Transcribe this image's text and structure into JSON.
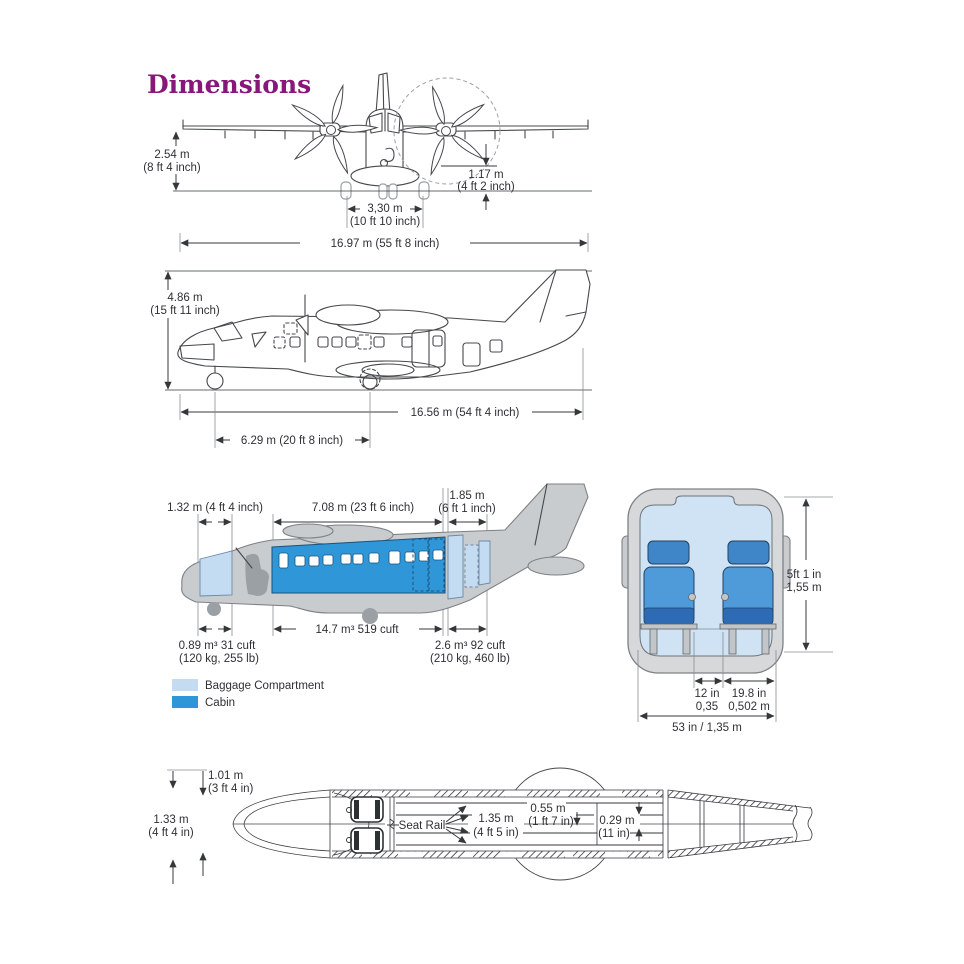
{
  "title": "Dimensions",
  "colors": {
    "accent_purple": "#871779",
    "cabin_blue": "#2f97d7",
    "baggage_blue": "#c4dcf2",
    "fuselage_gray": "#c9ccce",
    "line_dark": "#35383b"
  },
  "front_view": {
    "wing_height_l1": "2.54 m",
    "wing_height_l2": "(8 ft 4 inch)",
    "prop_clearance_l1": "1.17 m",
    "prop_clearance_l2": "(4 ft 2 inch)",
    "wheel_track_l1": "3,30 m",
    "wheel_track_l2": "(10 ft 10 inch)",
    "wingspan": "16.97 m (55 ft 8 inch)"
  },
  "side_view": {
    "height_l1": "4.86 m",
    "height_l2": "(15 ft 11 inch)",
    "length": "16.56 m (54 ft 4 inch)",
    "wheelbase": "6.29 m (20 ft 8 inch)"
  },
  "cutaway_view": {
    "nose_bag_length": "1.32 m (4 ft 4 inch)",
    "cabin_length": "7.08 m (23 ft 6 inch)",
    "aft_bag_length_l1": "1.85 m",
    "aft_bag_length_l2": "(6 ft 1 inch)",
    "nose_bag_volume_l1": "0.89 m³ 31 cuft",
    "nose_bag_volume_l2": "(120 kg, 255 lb)",
    "cabin_volume": "14.7 m³ 519 cuft",
    "aft_bag_volume_l1": "2.6 m³ 92 cuft",
    "aft_bag_volume_l2": "(210 kg, 460 lb)"
  },
  "legend": {
    "baggage_label": "Baggage Compartment",
    "cabin_label": "Cabin"
  },
  "cross_section": {
    "cabin_height_l1": "5ft 1 in",
    "cabin_height_l2": "1,55 m",
    "aisle_width_l1": "12 in",
    "aisle_width_l2": "0,35",
    "seat_width_l1": "19.8 in",
    "seat_width_l2": "0,502 m",
    "cabin_width": "53 in / 1,35 m"
  },
  "plan_view": {
    "floor_width_l1": "1.01 m",
    "floor_width_l2": "(3 ft 4 in)",
    "fuselage_width_l1": "1.33 m",
    "fuselage_width_l2": "(4 ft 4 in)",
    "seat_rail_label": "Seat Rail",
    "rail_outer_l1": "0.55 m",
    "rail_outer_l2": "(1 ft 7 in)",
    "rail_span_l1": "1.35 m",
    "rail_span_l2": "(4 ft 5 in)",
    "rail_inner_l1": "0.29 m",
    "rail_inner_l2": "(11 in)"
  }
}
